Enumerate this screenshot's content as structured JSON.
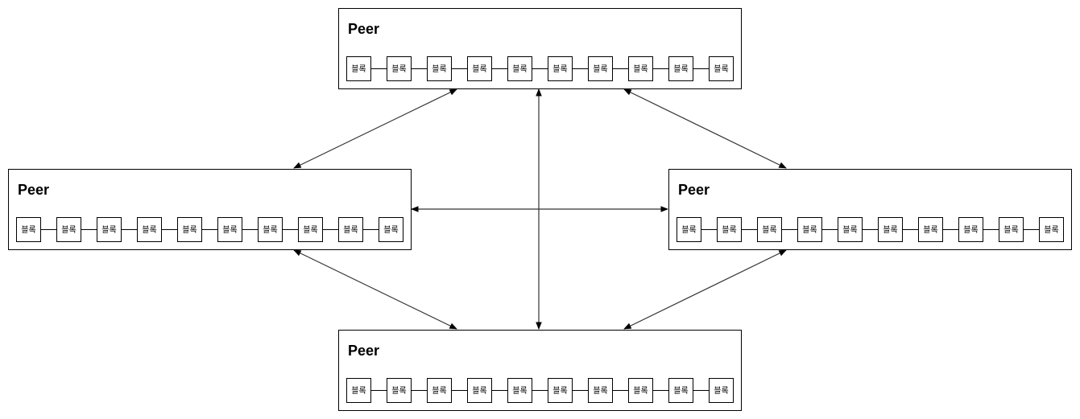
{
  "diagram": {
    "peers": [
      {
        "id": "top",
        "title": "Peer",
        "blocks": [
          "블록",
          "블록",
          "블록",
          "블록",
          "블록",
          "블록",
          "블록",
          "블록",
          "블록",
          "블록"
        ]
      },
      {
        "id": "left",
        "title": "Peer",
        "blocks": [
          "블록",
          "블록",
          "블록",
          "블록",
          "블록",
          "블록",
          "블록",
          "블록",
          "블록",
          "블록"
        ]
      },
      {
        "id": "right",
        "title": "Peer",
        "blocks": [
          "블록",
          "블록",
          "블록",
          "블록",
          "블록",
          "블록",
          "블록",
          "블록",
          "블록",
          "블록"
        ]
      },
      {
        "id": "bottom",
        "title": "Peer",
        "blocks": [
          "블록",
          "블록",
          "블록",
          "블록",
          "블록",
          "블록",
          "블록",
          "블록",
          "블록",
          "블록"
        ]
      }
    ],
    "connections": [
      {
        "from": "top",
        "to": "left",
        "arrows": "both"
      },
      {
        "from": "top",
        "to": "right",
        "arrows": "both"
      },
      {
        "from": "top",
        "to": "bottom",
        "arrows": "both"
      },
      {
        "from": "left",
        "to": "right",
        "arrows": "both"
      },
      {
        "from": "left",
        "to": "bottom",
        "arrows": "both"
      },
      {
        "from": "right",
        "to": "bottom",
        "arrows": "both"
      }
    ],
    "colors": {
      "stroke": "#000000",
      "connector": "#333333",
      "background": "#ffffff"
    }
  }
}
